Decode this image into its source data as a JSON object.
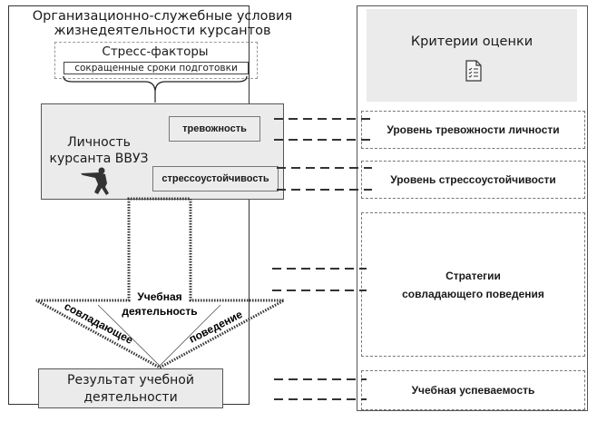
{
  "left": {
    "title_line1": "Организационно-служебные условия",
    "title_line2": "жизнедеятельности курсантов",
    "stress": {
      "title": "Стресс-факторы",
      "item": "сокращенные сроки подготовки"
    },
    "personality": {
      "label_line1": "Личность",
      "label_line2": "курсанта ВВУЗ",
      "traits": [
        "тревожность",
        "стрессоустойчивость"
      ]
    },
    "arrow": {
      "center_line1": "Учебная",
      "center_line2": "деятельность",
      "left_label": "совладающее",
      "right_label": "поведение"
    },
    "result_line1": "Результат учебной",
    "result_line2": "деятельности"
  },
  "right": {
    "title": "Критерии оценки",
    "icon": "checklist-document-icon",
    "criteria": [
      "Уровень тревожности личности",
      "Уровень стрессоустойчивости",
      "Стратегии совладающего поведения",
      "Учебная успеваемость"
    ],
    "criteria3_line1": "Стратегии",
    "criteria3_line2": "совладающего поведения"
  }
}
